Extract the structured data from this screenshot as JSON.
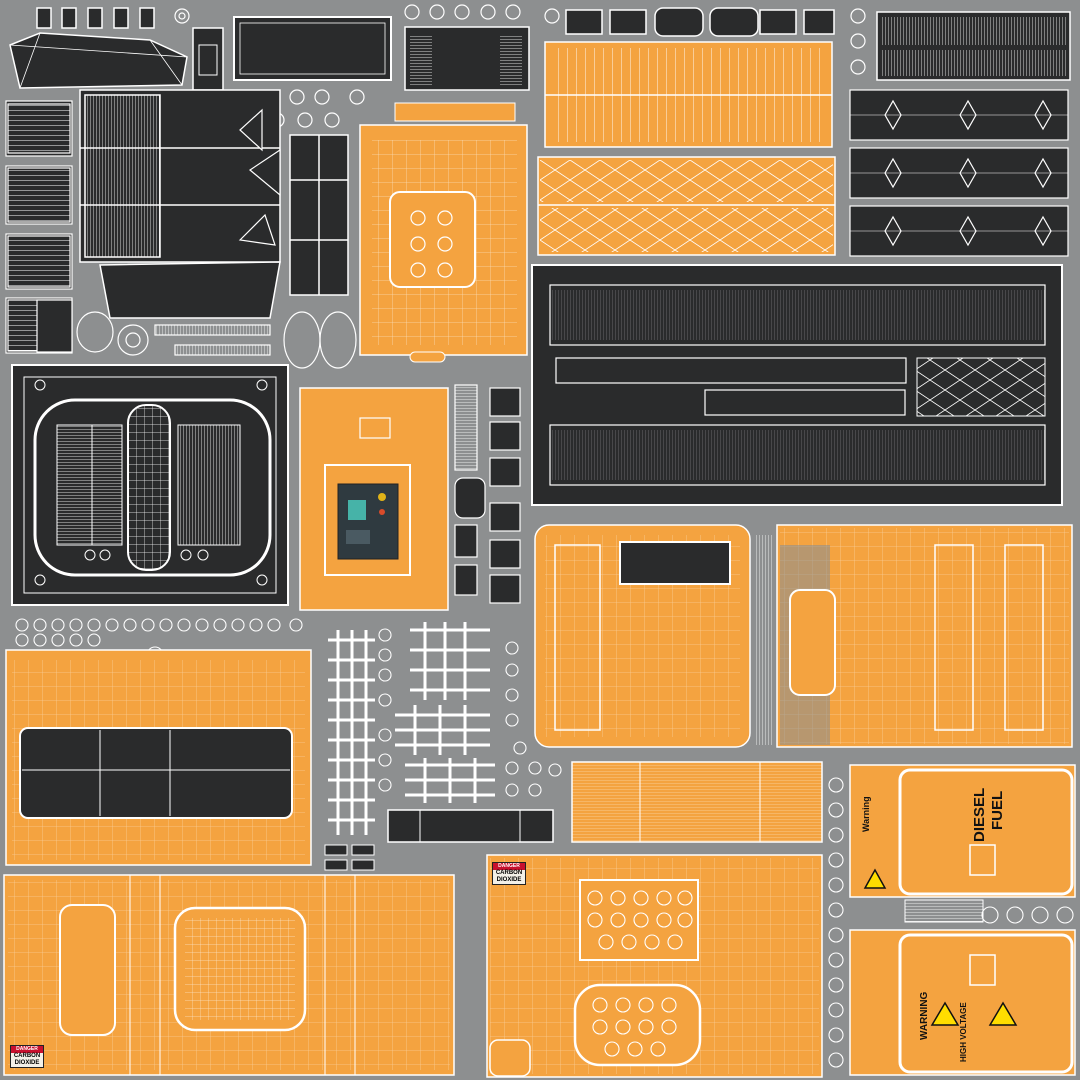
{
  "palette": {
    "background": "#8d8f90",
    "orange": "#f4a340",
    "dark": "#2a2b2c",
    "wire": "#ffffff",
    "danger_red": "#c8102e"
  },
  "labels": {
    "warning_top": "Warning",
    "warning_bottom": "WARNING",
    "diesel": "DIESEL",
    "fuel": "FUEL",
    "high_voltage": "HIGH VOLTAGE",
    "danger": "DANGER",
    "carbon": "CARBON",
    "dioxide": "DIOXIDE"
  },
  "icons": [
    "warning-triangle-icon",
    "hazard-triangle-icon",
    "danger-sign-icon"
  ]
}
